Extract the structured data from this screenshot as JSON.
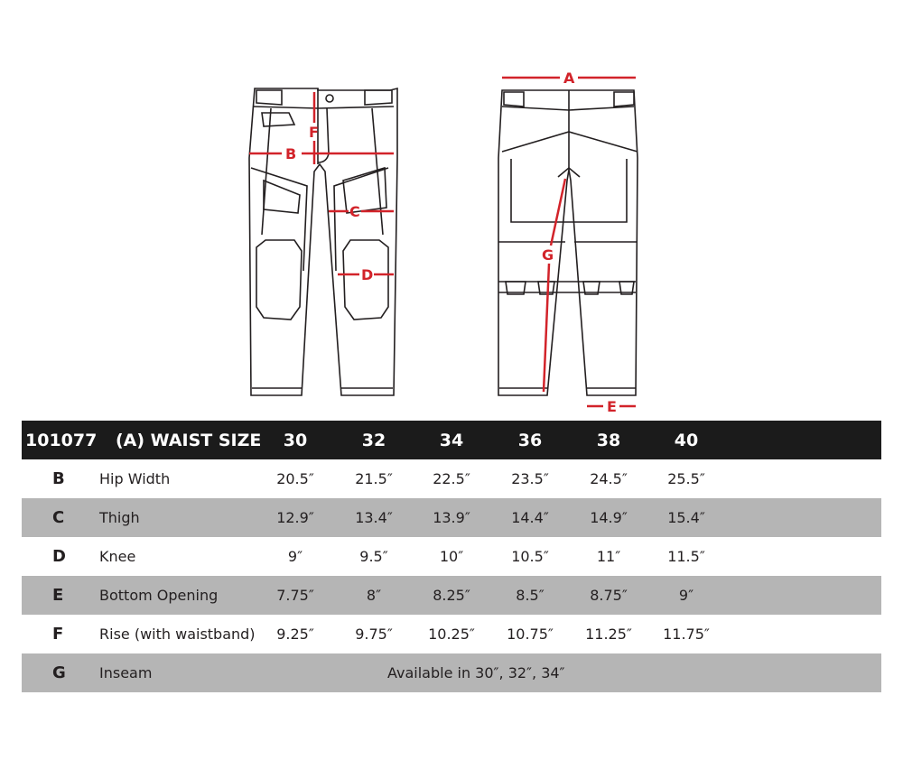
{
  "diagram": {
    "front_view": {
      "labels": [
        "B",
        "C",
        "D",
        "F"
      ]
    },
    "back_view": {
      "labels": [
        "A",
        "E",
        "G"
      ]
    },
    "measure_color": "#d2232a"
  },
  "table": {
    "header": {
      "product_code": "101077",
      "waist_label": "(A) WAIST SIZE",
      "sizes": [
        "30",
        "32",
        "34",
        "36",
        "38",
        "40"
      ]
    },
    "rows": [
      {
        "letter": "B",
        "name": "Hip Width",
        "values": [
          "20.5″",
          "21.5″",
          "22.5″",
          "23.5″",
          "24.5″",
          "25.5″"
        ],
        "shade": false
      },
      {
        "letter": "C",
        "name": "Thigh",
        "values": [
          "12.9″",
          "13.4″",
          "13.9″",
          "14.4″",
          "14.9″",
          "15.4″"
        ],
        "shade": true
      },
      {
        "letter": "D",
        "name": "Knee",
        "values": [
          "9″",
          "9.5″",
          "10″",
          "10.5″",
          "11″",
          "11.5″"
        ],
        "shade": false
      },
      {
        "letter": "E",
        "name": "Bottom Opening",
        "values": [
          "7.75″",
          "8″",
          "8.25″",
          "8.5″",
          "8.75″",
          "9″"
        ],
        "shade": true
      },
      {
        "letter": "F",
        "name": "Rise (with waistband)",
        "values": [
          "9.25″",
          "9.75″",
          "10.25″",
          "10.75″",
          "11.25″",
          "11.75″"
        ],
        "shade": false
      },
      {
        "letter": "G",
        "name": "Inseam",
        "note": "Available in 30″, 32″, 34″",
        "shade": true
      }
    ],
    "colors": {
      "header_bg": "#1b1b1b",
      "shade_bg": "#b5b5b5",
      "plain_bg": "#ffffff"
    }
  }
}
